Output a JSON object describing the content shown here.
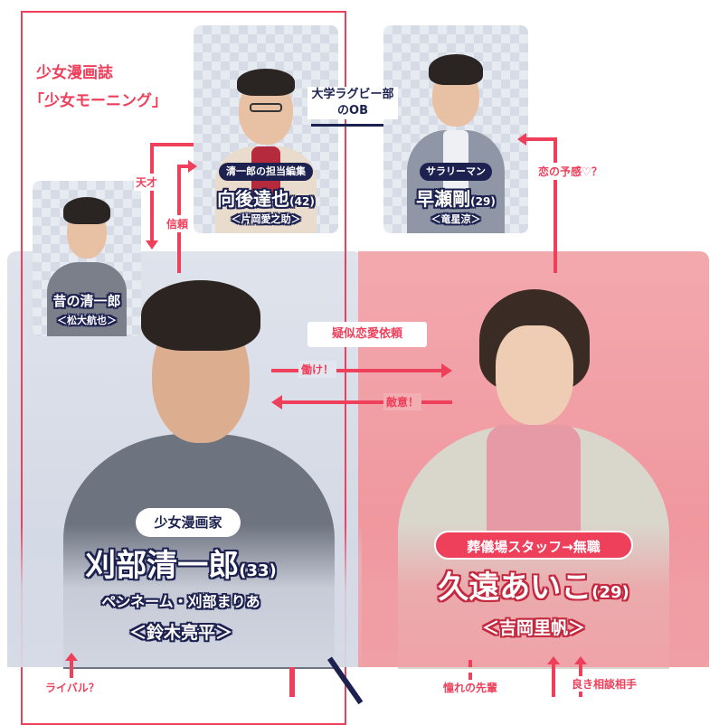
{
  "magazine": {
    "line1": "少女漫画誌",
    "line2": "「少女モーニング」"
  },
  "characters": {
    "mukougo": {
      "role": "清一郎の担当編集",
      "name": "向後達也",
      "age": "(42)",
      "actor": "＜片岡愛之助＞"
    },
    "hayase": {
      "role": "サラリーマン",
      "name": "早瀬剛",
      "age": "(29)",
      "actor": "＜竜星涼＞"
    },
    "past_seiichiro": {
      "name": "昔の清一郎",
      "actor": "＜松大航也＞"
    },
    "karibe": {
      "role": "少女漫画家",
      "name": "刈部清一郎",
      "age": "(33)",
      "penname": "ペンネーム・刈部まりあ",
      "actor": "＜鈴木亮平＞"
    },
    "kudo": {
      "role": "葬儀場スタッフ→無職",
      "name": "久遠あいこ",
      "age": "(29)",
      "actor": "＜吉岡里帆＞"
    }
  },
  "relations": {
    "rugby": "大学ラグビー部",
    "rugby_ob": "のOB",
    "genius": "天才",
    "trust": "信頼",
    "love_hint": "恋の予感♡？",
    "fake_love": "疑似恋愛依頼",
    "work": "働け！",
    "hostility": "敵意！",
    "rival": "ライバル？",
    "senior": "憧れの先輩",
    "advisor": "良き相談相手"
  },
  "colors": {
    "accent_red": "#ee3f5b",
    "navy": "#1c2150",
    "left_panel": "#d6dbe6",
    "right_panel": "#f0a0a6"
  }
}
